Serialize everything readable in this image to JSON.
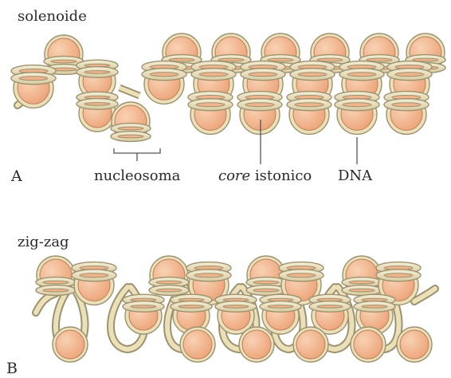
{
  "panel_a": {
    "title": "solenoide",
    "letter": "A",
    "labels": {
      "nucleosome": "nucleosoma",
      "core_prefix": "core",
      "core_suffix": " istonico",
      "dna": "DNA"
    }
  },
  "panel_b": {
    "title": "zig-zag",
    "letter": "B"
  },
  "colors": {
    "core_fill": "#f0b48c",
    "core_highlight": "#f8d2b4",
    "dna_fill": "#ece0b8",
    "dna_stroke": "#9c9270"
  }
}
